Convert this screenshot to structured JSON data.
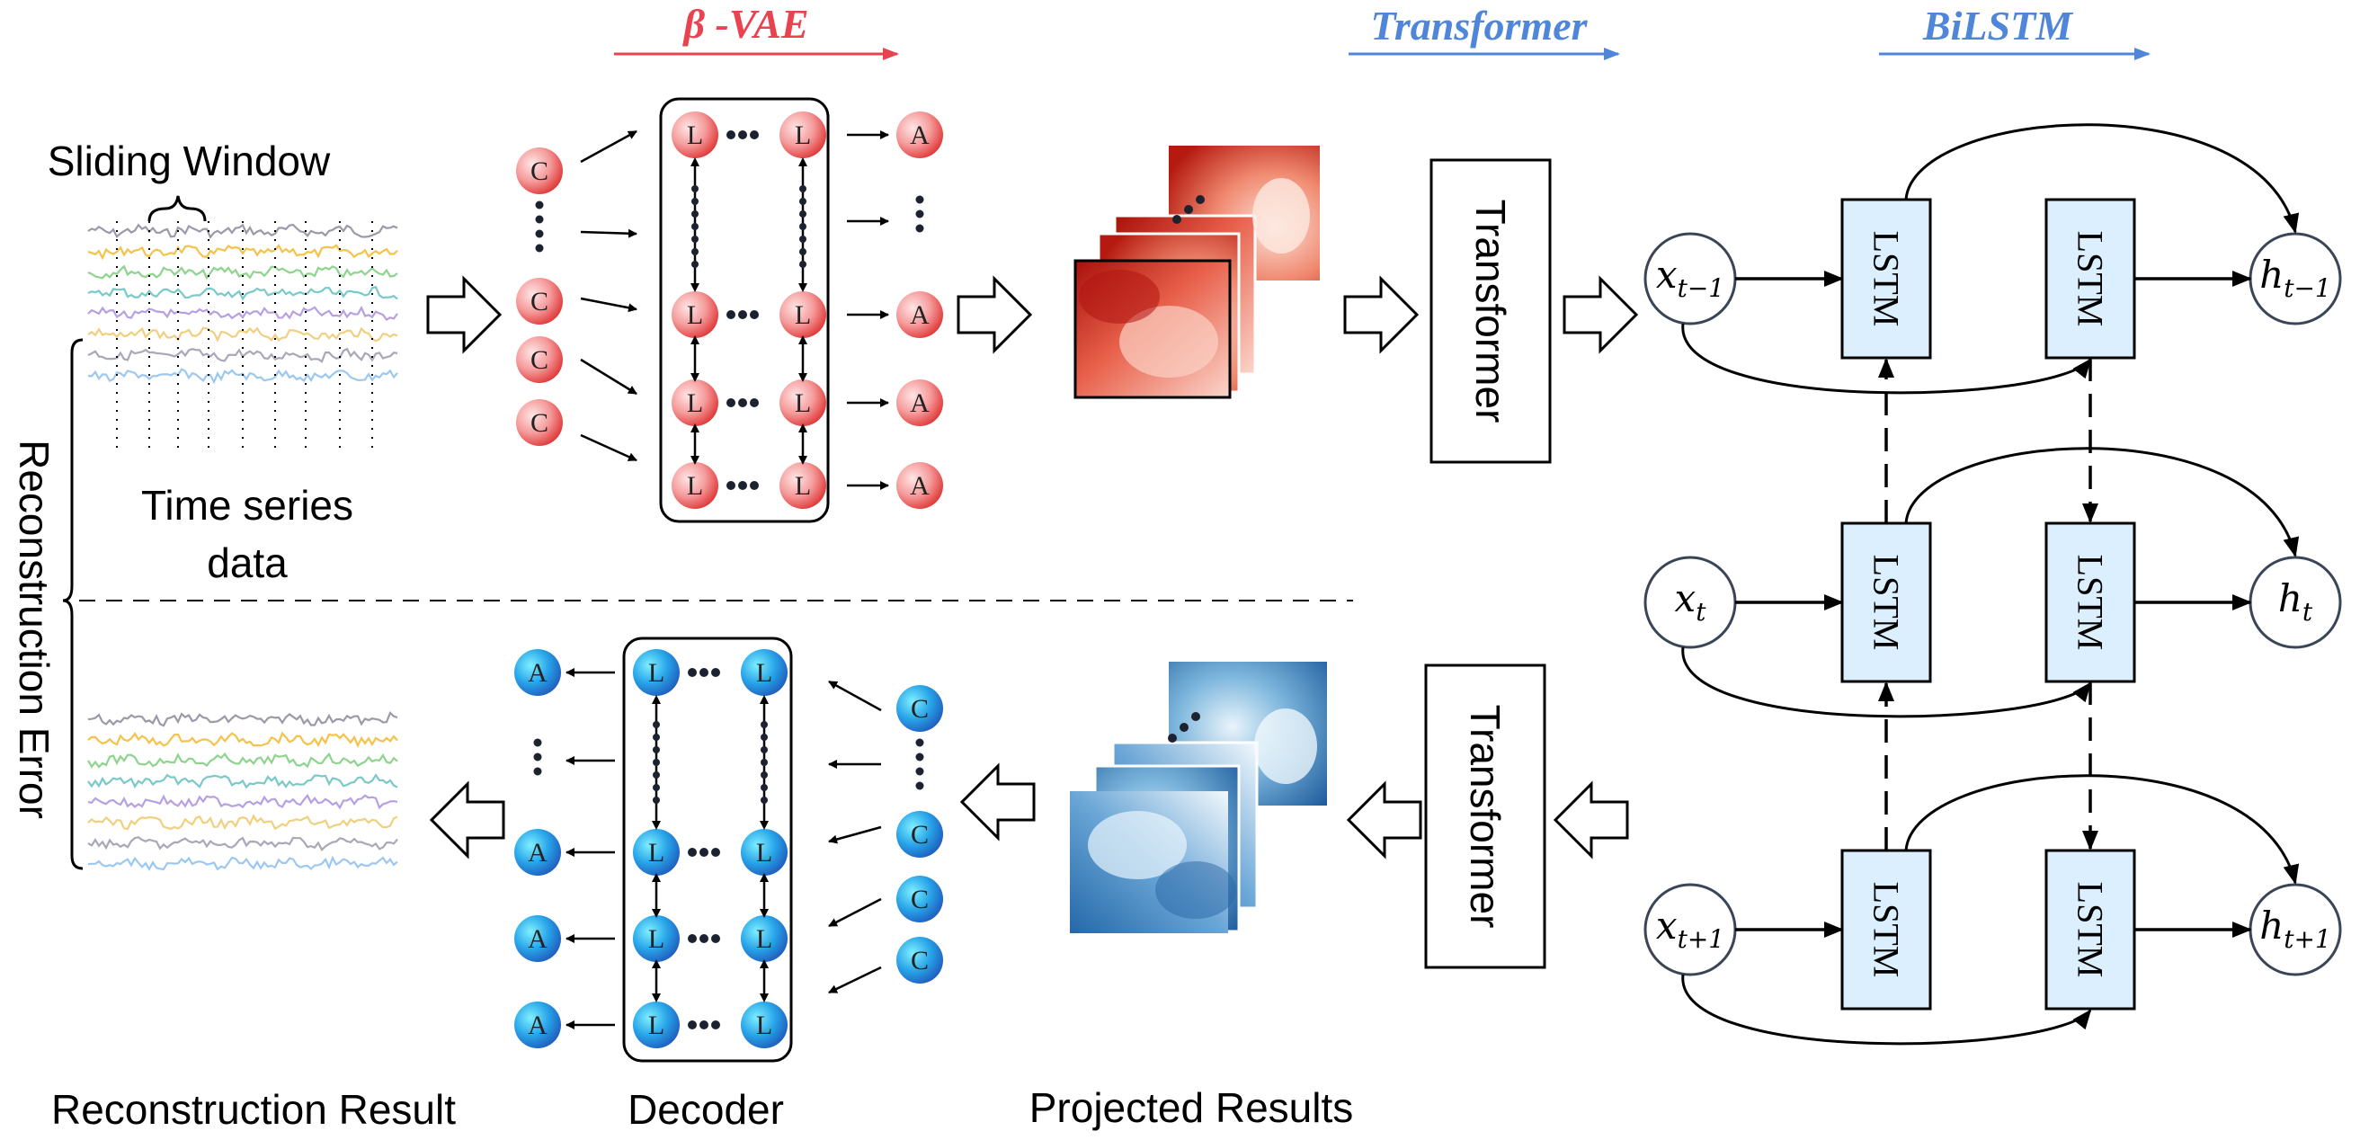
{
  "headers": {
    "vae": "β -VAE",
    "transformer": "Transformer",
    "bilstm": "BiLSTM"
  },
  "labels": {
    "sliding_window": "Sliding Window",
    "time_series_line1": "Time series",
    "time_series_line2": "data",
    "reconstruction_error": "Reconstruction Error",
    "reconstruction_result": "Reconstruction Result",
    "decoder": "Decoder",
    "projected_results": "Projected Results"
  },
  "transformer_box": "Transformer",
  "lstm_cell": "LSTM",
  "nodes": {
    "c": "C",
    "l": "L",
    "a": "A"
  },
  "inputs": [
    {
      "base": "x",
      "sub": "t−1"
    },
    {
      "base": "x",
      "sub": "t"
    },
    {
      "base": "x",
      "sub": "t+1"
    }
  ],
  "outputs": [
    {
      "base": "h",
      "sub": "t−1"
    },
    {
      "base": "h",
      "sub": "t"
    },
    {
      "base": "h",
      "sub": "t+1"
    }
  ],
  "colors": {
    "vae_header": "#e8434f",
    "blue_header": "#4f86d9",
    "lstm_fill": "#dcefff",
    "red_node": "#f08a8a",
    "blue_node": "#2aa4e8",
    "signal_colors": [
      "#9a9aa8",
      "#f5c24a",
      "#8ed38e",
      "#79c9c9",
      "#b8a0e0",
      "#f0d080",
      "#a8a8b8",
      "#9cc8f0"
    ]
  }
}
